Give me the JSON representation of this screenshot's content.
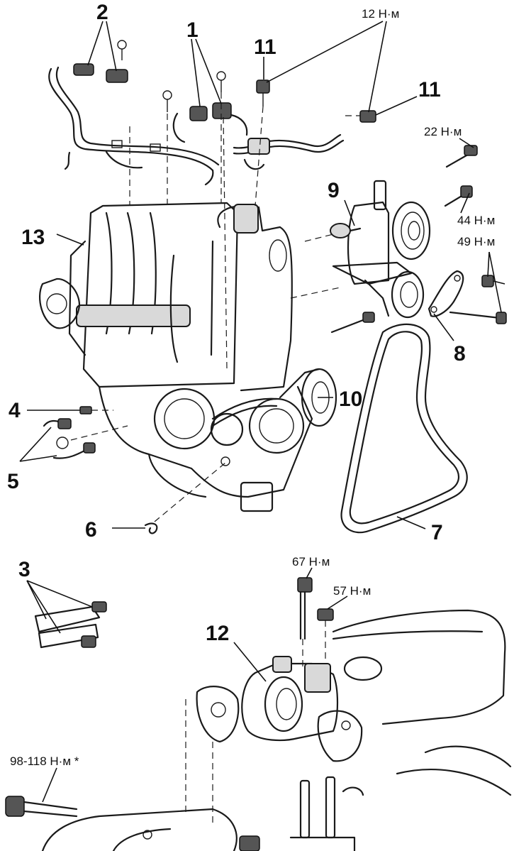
{
  "callouts": [
    {
      "id": "c1",
      "text": "1"
    },
    {
      "id": "c2",
      "text": "2"
    },
    {
      "id": "c3",
      "text": "3"
    },
    {
      "id": "c4",
      "text": "4"
    },
    {
      "id": "c5",
      "text": "5"
    },
    {
      "id": "c6",
      "text": "6"
    },
    {
      "id": "c7",
      "text": "7"
    },
    {
      "id": "c8",
      "text": "8"
    },
    {
      "id": "c9",
      "text": "9"
    },
    {
      "id": "c10",
      "text": "10"
    },
    {
      "id": "c11a",
      "text": "11"
    },
    {
      "id": "c11b",
      "text": "11"
    },
    {
      "id": "c12",
      "text": "12"
    },
    {
      "id": "c13",
      "text": "13"
    }
  ],
  "torques": [
    {
      "id": "t12",
      "text": "12 Н·м"
    },
    {
      "id": "t22",
      "text": "22 Н·м"
    },
    {
      "id": "t44",
      "text": "44 Н·м"
    },
    {
      "id": "t49",
      "text": "49 Н·м"
    },
    {
      "id": "t67",
      "text": "67 Н·м"
    },
    {
      "id": "t57",
      "text": "57 Н·м"
    },
    {
      "id": "t98",
      "text": "98-118 Н·м *"
    }
  ]
}
